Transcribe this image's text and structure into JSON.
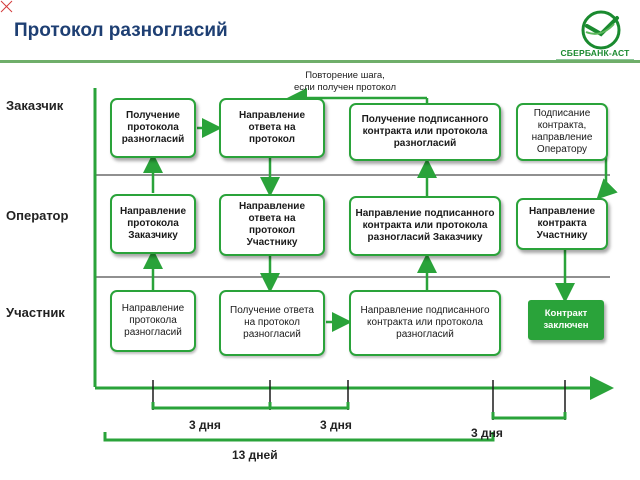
{
  "header": {
    "title": "Протокол разногласий",
    "logo_text": "СБЕРБАНК-АСТ",
    "logo_color": "#1a8a2f"
  },
  "lanes": [
    {
      "id": "customer",
      "label": "Заказчик"
    },
    {
      "id": "operator",
      "label": "Оператор"
    },
    {
      "id": "participant",
      "label": "Участник"
    }
  ],
  "note": {
    "line1": "Повторение шага,",
    "line2": "если получен протокол"
  },
  "steps": {
    "c1": "Получение протокола разногласий",
    "c2": "Направление ответа на протокол",
    "c3": "Получение подписанного контракта или протокола разногласий",
    "c4": "Подписание контракта, направление Оператору",
    "o1": "Направление протокола Заказчику",
    "o2": "Направление ответа на протокол Участнику",
    "o3": "Направление подписанного контракта или протокола разногласий Заказчику",
    "o4": "Направление контракта Участнику",
    "p1": "Направление протокола разногласий",
    "p2": "Получение ответа на протокол разногласий",
    "p3": "Направление подписанного контракта или протокола разногласий",
    "p4": "Контракт заключен"
  },
  "timeline": {
    "seg1": "3 дня",
    "seg2": "3 дня",
    "seg3": "3 дня",
    "total": "13 дней"
  },
  "colors": {
    "accent": "#2aa33a",
    "title": "#1e3f73"
  }
}
